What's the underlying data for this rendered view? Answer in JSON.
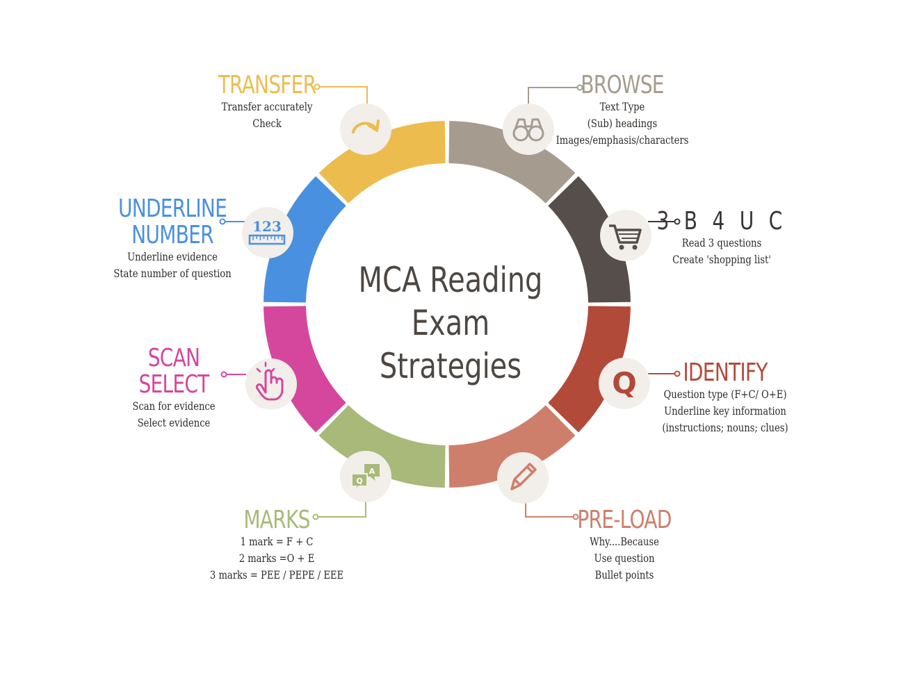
{
  "center_title": {
    "line1": "MCA Reading Exam",
    "line2": "Strategies"
  },
  "segments": [
    {
      "key": "browse",
      "heading": "BROWSE",
      "color": "#a59c8f",
      "icon": "binoculars-icon",
      "lines": [
        "Text Type",
        "(Sub) headings",
        "Images/emphasis/characters"
      ]
    },
    {
      "key": "3b4uc",
      "heading": "3 B 4 U C",
      "color": "#564e4b",
      "icon": "shopping-cart-icon",
      "lines": [
        "Read 3 questions",
        "Create 'shopping list'"
      ]
    },
    {
      "key": "identify",
      "heading": "IDENTIFY",
      "color": "#b24a3a",
      "icon": "letter-q-icon",
      "lines": [
        "Question type (F+C/ O+E)",
        "Underline key information",
        "(instructions; nouns; clues)"
      ]
    },
    {
      "key": "preload",
      "heading": "PRE-LOAD",
      "color": "#ce7f6b",
      "icon": "pencil-icon",
      "lines": [
        "Why....Because",
        "Use question",
        "Bullet points"
      ]
    },
    {
      "key": "marks",
      "heading": "MARKS",
      "color": "#a8b979",
      "icon": "qa-chat-icon",
      "lines": [
        "1 mark = F + C",
        "2 marks =O + E",
        "3 marks = PEE / PEPE / EEE"
      ]
    },
    {
      "key": "scan",
      "heading": [
        "SCAN",
        "SELECT"
      ],
      "color": "#d5479c",
      "icon": "pointing-hand-icon",
      "lines": [
        "Scan for evidence",
        "Select evidence"
      ]
    },
    {
      "key": "underline",
      "heading": [
        "UNDERLINE",
        "NUMBER"
      ],
      "color": "#4a90e0",
      "icon": "ruler-123-icon",
      "lines": [
        "Underline evidence",
        "State number of question"
      ]
    },
    {
      "key": "transfer",
      "heading": "TRANSFER",
      "color": "#edbc4e",
      "icon": "curved-arrow-icon",
      "lines": [
        "Transfer  accurately",
        "Check"
      ]
    }
  ],
  "icon_texts": {
    "ruler_digits": "123",
    "q_letter": "Q",
    "chat_q": "Q",
    "chat_a": "A"
  },
  "colors": {
    "text": "#2f2b28",
    "title": "#4d4743",
    "icon_bg": "#f2eeea",
    "connector": "segment color"
  }
}
